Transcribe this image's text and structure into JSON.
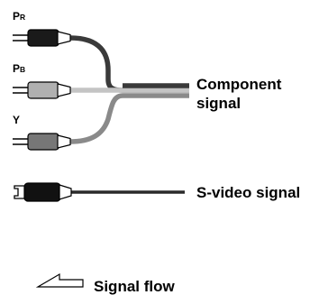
{
  "connectors": {
    "pr": {
      "label_main": "P",
      "label_sub": "R"
    },
    "pb": {
      "label_main": "P",
      "label_sub": "B"
    },
    "y": {
      "label_main": "Y"
    }
  },
  "labels": {
    "component_line1": "Component",
    "component_line2": "signal",
    "svideo": "S-video signal",
    "signal_flow": "Signal flow"
  },
  "colors": {
    "pr_cable": "#3a3a3a",
    "pr_plug": "#1a1a1a",
    "pb_cable": "#c4c4c4",
    "pb_plug": "#b0b0b0",
    "y_cable": "#8a8a8a",
    "y_plug": "#777777",
    "svideo_cable": "#2a2a2a",
    "svideo_plug": "#111111",
    "outline": "#000000"
  }
}
